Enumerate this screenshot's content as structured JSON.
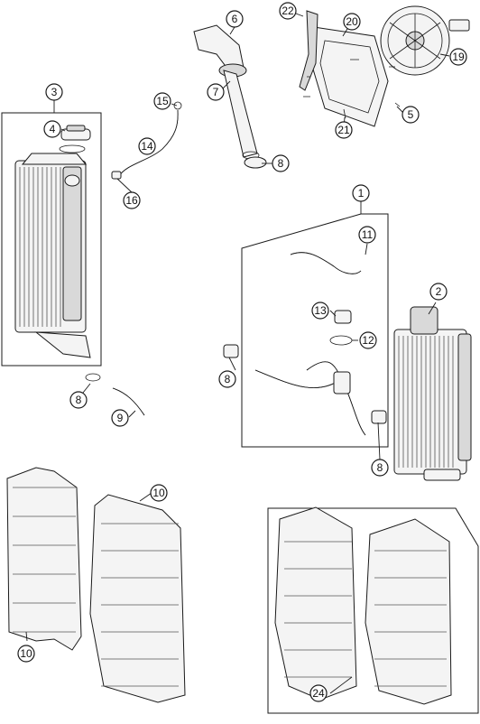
{
  "diagram": {
    "callouts": [
      "1",
      "2",
      "3",
      "4",
      "5",
      "6",
      "7",
      "8",
      "8",
      "8",
      "9",
      "10",
      "10",
      "11",
      "12",
      "13",
      "14",
      "15",
      "16",
      "19",
      "20",
      "21",
      "22",
      "24"
    ]
  },
  "colors": {
    "line": "#1a1a1a",
    "part_fill": "#f4f4f4",
    "shade": "#d9d9d9"
  }
}
